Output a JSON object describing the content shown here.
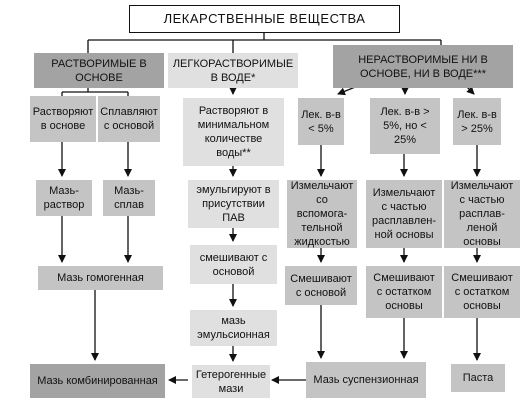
{
  "title": "ЛЕКАРСТВЕННЫЕ ВЕЩЕСТВА",
  "categories": {
    "soluble": "РАСТВОРИМЫЕ В ОСНОВЕ",
    "easily_soluble": "ЛЕГКОРАСТВОРИМЫЕ В ВОДЕ*",
    "insoluble": "НЕРАСТВОРИМЫЕ НИ В ОСНОВЕ, НИ В ВОДЕ***"
  },
  "soluble_branch": {
    "dissolve": "Растворяют в основе",
    "fuse": "Сплавляют с основой",
    "ointment_solution": "Мазь-раствор",
    "ointment_alloy": "Мазь-сплав",
    "homogeneous": "Мазь гомогенная"
  },
  "water_branch": {
    "dissolve_min": "Растворяют в минимальном количестве воды**",
    "emulsify": "эмульгируют в присутствии ПАВ",
    "mix": "смешивают с основой",
    "emulsion": "мазь эмульсионная",
    "heterogeneous": "Гетерогенные мази"
  },
  "insoluble_branch": {
    "lt5": "Лек. в-в < 5%",
    "mid": "Лек. в-в > 5%, но < 25%",
    "gt25": "Лек. в-в > 25%",
    "grind_aux": "Измельчают со вспомога-тельной жидкостью",
    "grind_melt_mid": "Измельчают с частью расплавлен-ной основы",
    "grind_melt_right": "Измельчают с частью расплав-леной основы",
    "mix_base": "Смешивают с основой",
    "mix_rest_mid": "Смешивают с остатком основы",
    "mix_rest_right": "Смешивают с остатком основы",
    "suspension": "Мазь суспензионная",
    "paste": "Паста"
  },
  "combined": "Мазь комбинированная"
}
